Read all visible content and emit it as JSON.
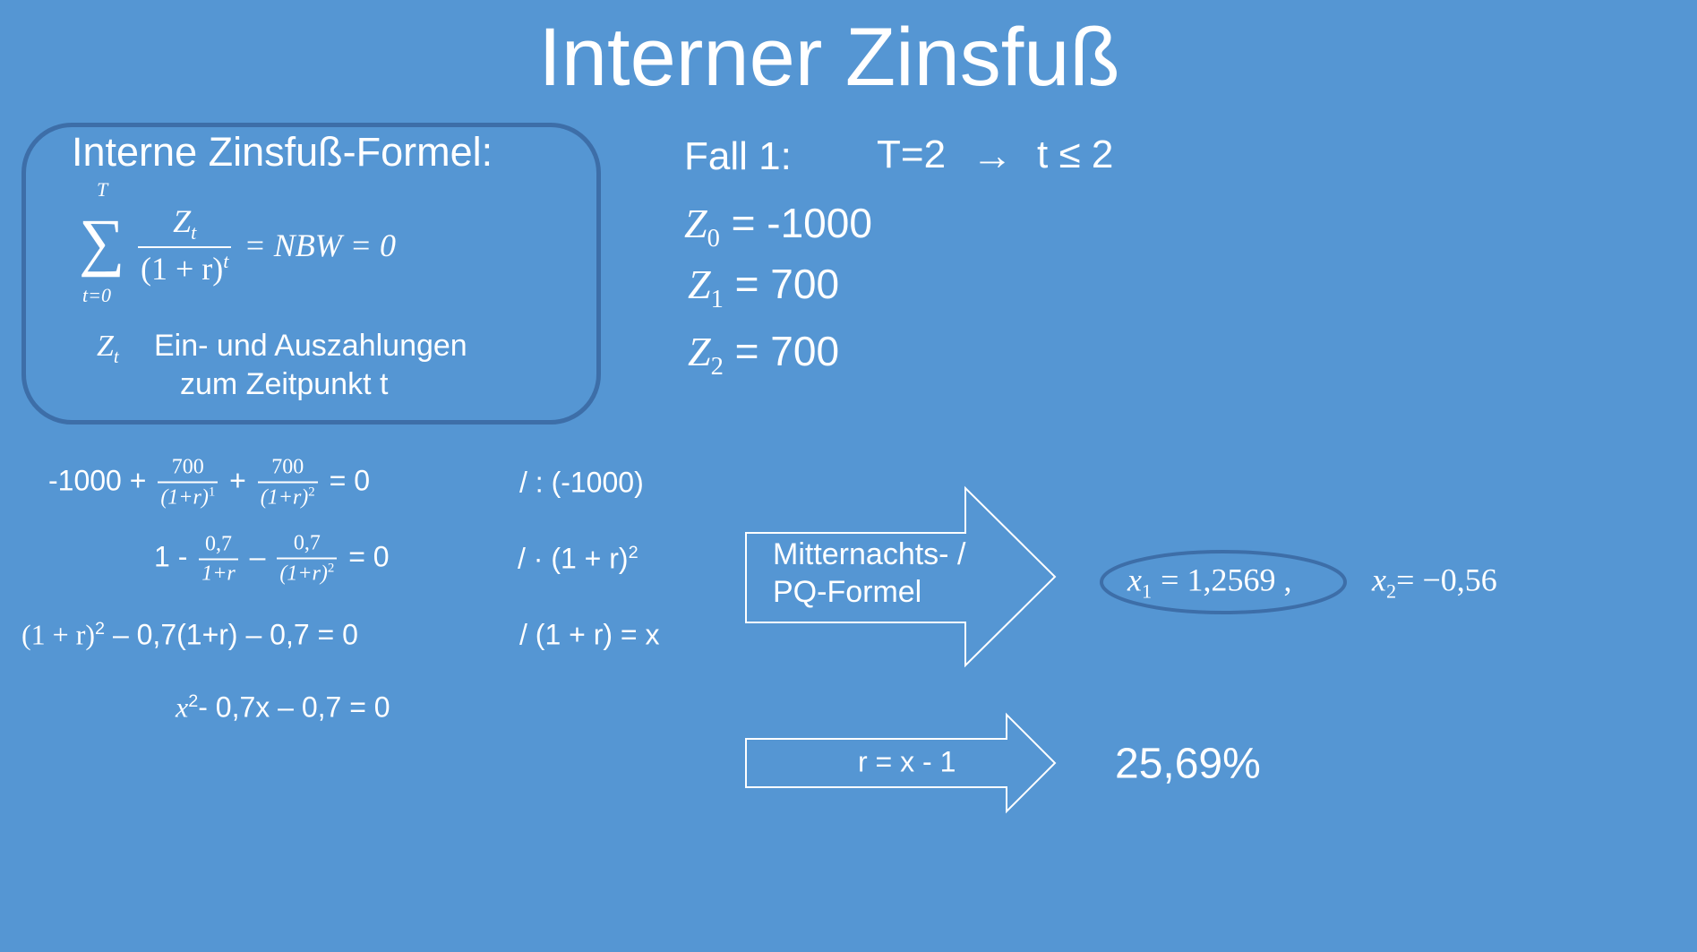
{
  "title": "Interner Zinsfuß",
  "formula_box": {
    "heading": "Interne Zinsfuß-Formel:",
    "sum_upper": "T",
    "sum_symbol": "∑",
    "sum_lower": "t=0",
    "numerator": "Z",
    "numerator_sub": "t",
    "denominator": "(1 + r)",
    "denominator_sup": "t",
    "rhs": "= NBW = 0",
    "legend_symbol": "Z",
    "legend_sub": "t",
    "legend_line1": "Ein- und Auszahlungen",
    "legend_line2": "zum Zeitpunkt t"
  },
  "case": {
    "label": "Fall 1:",
    "condition": "T=2",
    "arrow": "→",
    "result": "t ≤ 2"
  },
  "cashflows": [
    {
      "symbol": "Z",
      "index": "0",
      "value": "= -1000"
    },
    {
      "symbol": "Z",
      "index": "1",
      "value": "= 700"
    },
    {
      "symbol": "Z",
      "index": "2",
      "value": "= 700"
    }
  ],
  "equations": {
    "line1": {
      "lead": "-1000 +",
      "f1_num": "700",
      "f1_den": "(1+r)",
      "f1_sup": "1",
      "mid": "+",
      "f2_num": "700",
      "f2_den": "(1+r)",
      "f2_sup": "2",
      "tail": "= 0",
      "note": "/ : (-1000)"
    },
    "line2": {
      "lead": "1 -",
      "f1_num": "0,7",
      "f1_den": "1+r",
      "mid": "–",
      "f2_num": "0,7",
      "f2_den": "(1+r)",
      "f2_sup": "2",
      "tail": "= 0",
      "note": "/ · (1 + r)",
      "note_sup": "2"
    },
    "line3": {
      "lead": "(1 + r)",
      "lead_sup": "2",
      "rest": " – 0,7(1+r) – 0,7 = 0",
      "note": "/  (1 + r) = x"
    },
    "line4": {
      "lead": "x",
      "lead_sup": "2",
      "rest": "- 0,7x – 0,7 = 0"
    }
  },
  "arrow1_label_line1": "Mitternachts- /",
  "arrow1_label_line2": "PQ-Formel",
  "solutions": {
    "x1_symbol": "x",
    "x1_index": "1",
    "x1_value": "= 1,2569 ,",
    "x2_symbol": "x",
    "x2_index": "2",
    "x2_value": "= −0,56"
  },
  "arrow2_label": "r = x - 1",
  "result": "25,69%",
  "colors": {
    "background": "#5596d3",
    "outline": "#3d6ea8",
    "text": "#ffffff"
  }
}
